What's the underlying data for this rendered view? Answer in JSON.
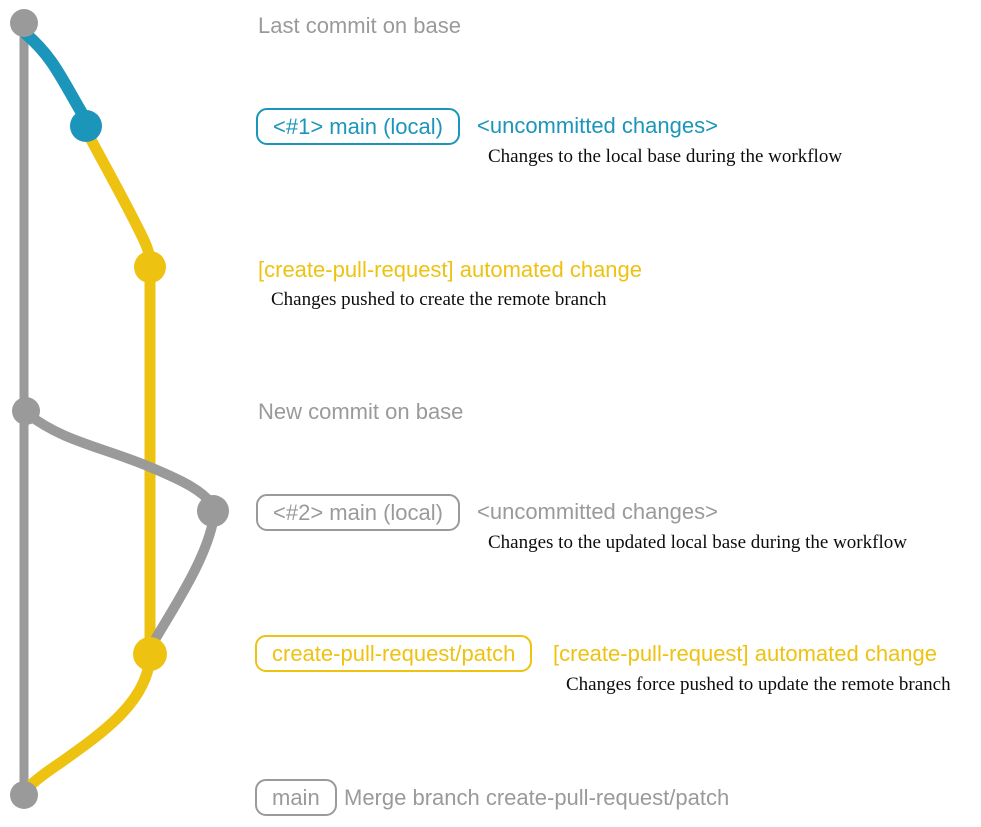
{
  "colors": {
    "gray": "#9a9a9a",
    "blue": "#1b96ba",
    "yellow": "#eec211",
    "text_black": "#0d0d0d",
    "background": "#ffffff"
  },
  "graph": {
    "type": "git-commit-graph",
    "branch_colors": [
      {
        "branch": "base",
        "color": "#9a9a9a"
      },
      {
        "branch": "main-local",
        "color": "#1b96ba"
      },
      {
        "branch": "create-pull-request-patch",
        "color": "#eec211"
      }
    ],
    "icons": [
      "commit-dot-icon"
    ]
  },
  "annotations": {
    "last_commit_label": "Last commit on base",
    "section1": {
      "badge": "<#1> main (local)",
      "title": "<uncommitted changes>",
      "desc": "Changes to the local base during the workflow"
    },
    "commit1": {
      "title": "[create-pull-request] automated change",
      "desc": "Changes pushed to create the remote branch"
    },
    "new_commit_label": "New commit on base",
    "section2": {
      "badge": "<#2> main (local)",
      "title": "<uncommitted changes>",
      "desc": "Changes to the updated local base during the workflow"
    },
    "commit2": {
      "badge": "create-pull-request/patch",
      "title": "[create-pull-request] automated change",
      "desc": "Changes force pushed to update the remote branch"
    },
    "merge": {
      "badge": "main",
      "label": "Merge branch create-pull-request/patch"
    }
  }
}
